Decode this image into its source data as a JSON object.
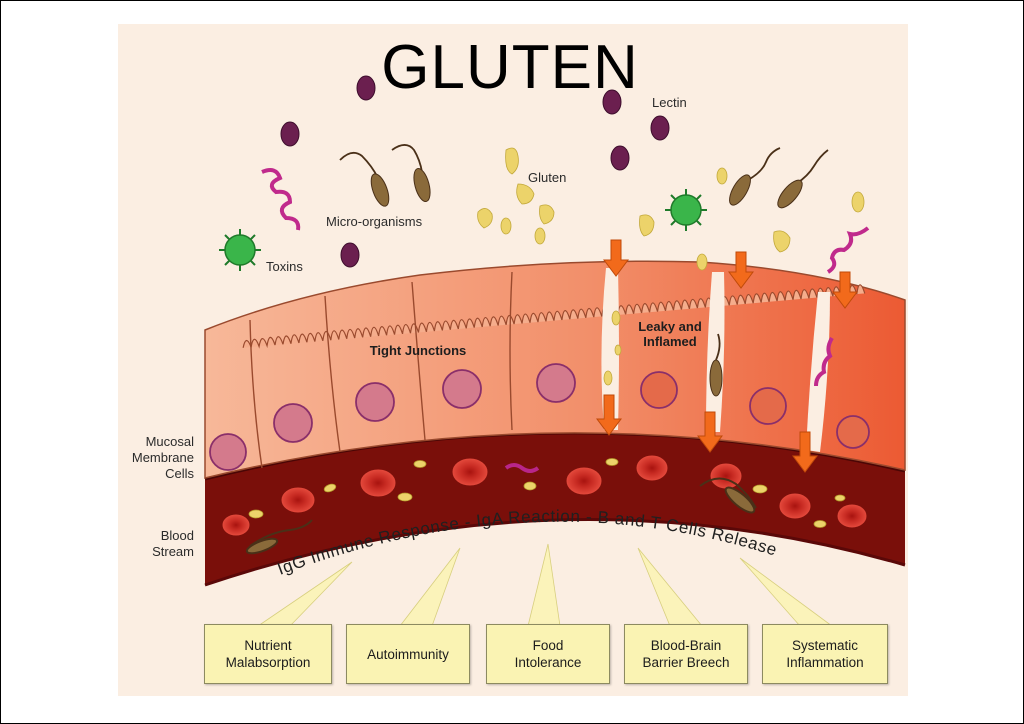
{
  "title": "GLUTEN",
  "labels": {
    "lectin": "Lectin",
    "gluten": "Gluten",
    "micro_organisms": "Micro-organisms",
    "toxins": "Toxins",
    "tight_junctions": "Tight Junctions",
    "leaky": "Leaky and\nInflamed",
    "mucosal": "Mucosal\nMembrane\nCells",
    "blood_stream": "Blood\nStream"
  },
  "immune_response": "IgG Immune Response - IgA Reaction - B and T Cells Release",
  "outcomes": [
    "Nutrient\nMalabsorption",
    "Autoimmunity",
    "Food\nIntolerance",
    "Blood-Brain\nBarrier Breech",
    "Systematic\nInflammation"
  ],
  "colors": {
    "background": "#fbeee2",
    "cell_healthy": "#f4a07e",
    "cell_inflamed": "#ee6a3c",
    "nucleus": "#d9809a",
    "blood": "#7a0f0a",
    "red_cell": "#d5352c",
    "arrow": "#f26a1b",
    "gluten": "#ecd36a",
    "lectin": "#6b1f4f",
    "virus": "#3ab54a",
    "callout": "#faf3b3"
  },
  "icons": [
    "lectin-icon",
    "gluten-icon",
    "bacteria-icon",
    "virus-icon",
    "spirochete-icon",
    "red-blood-cell-icon",
    "arrow-icon"
  ]
}
